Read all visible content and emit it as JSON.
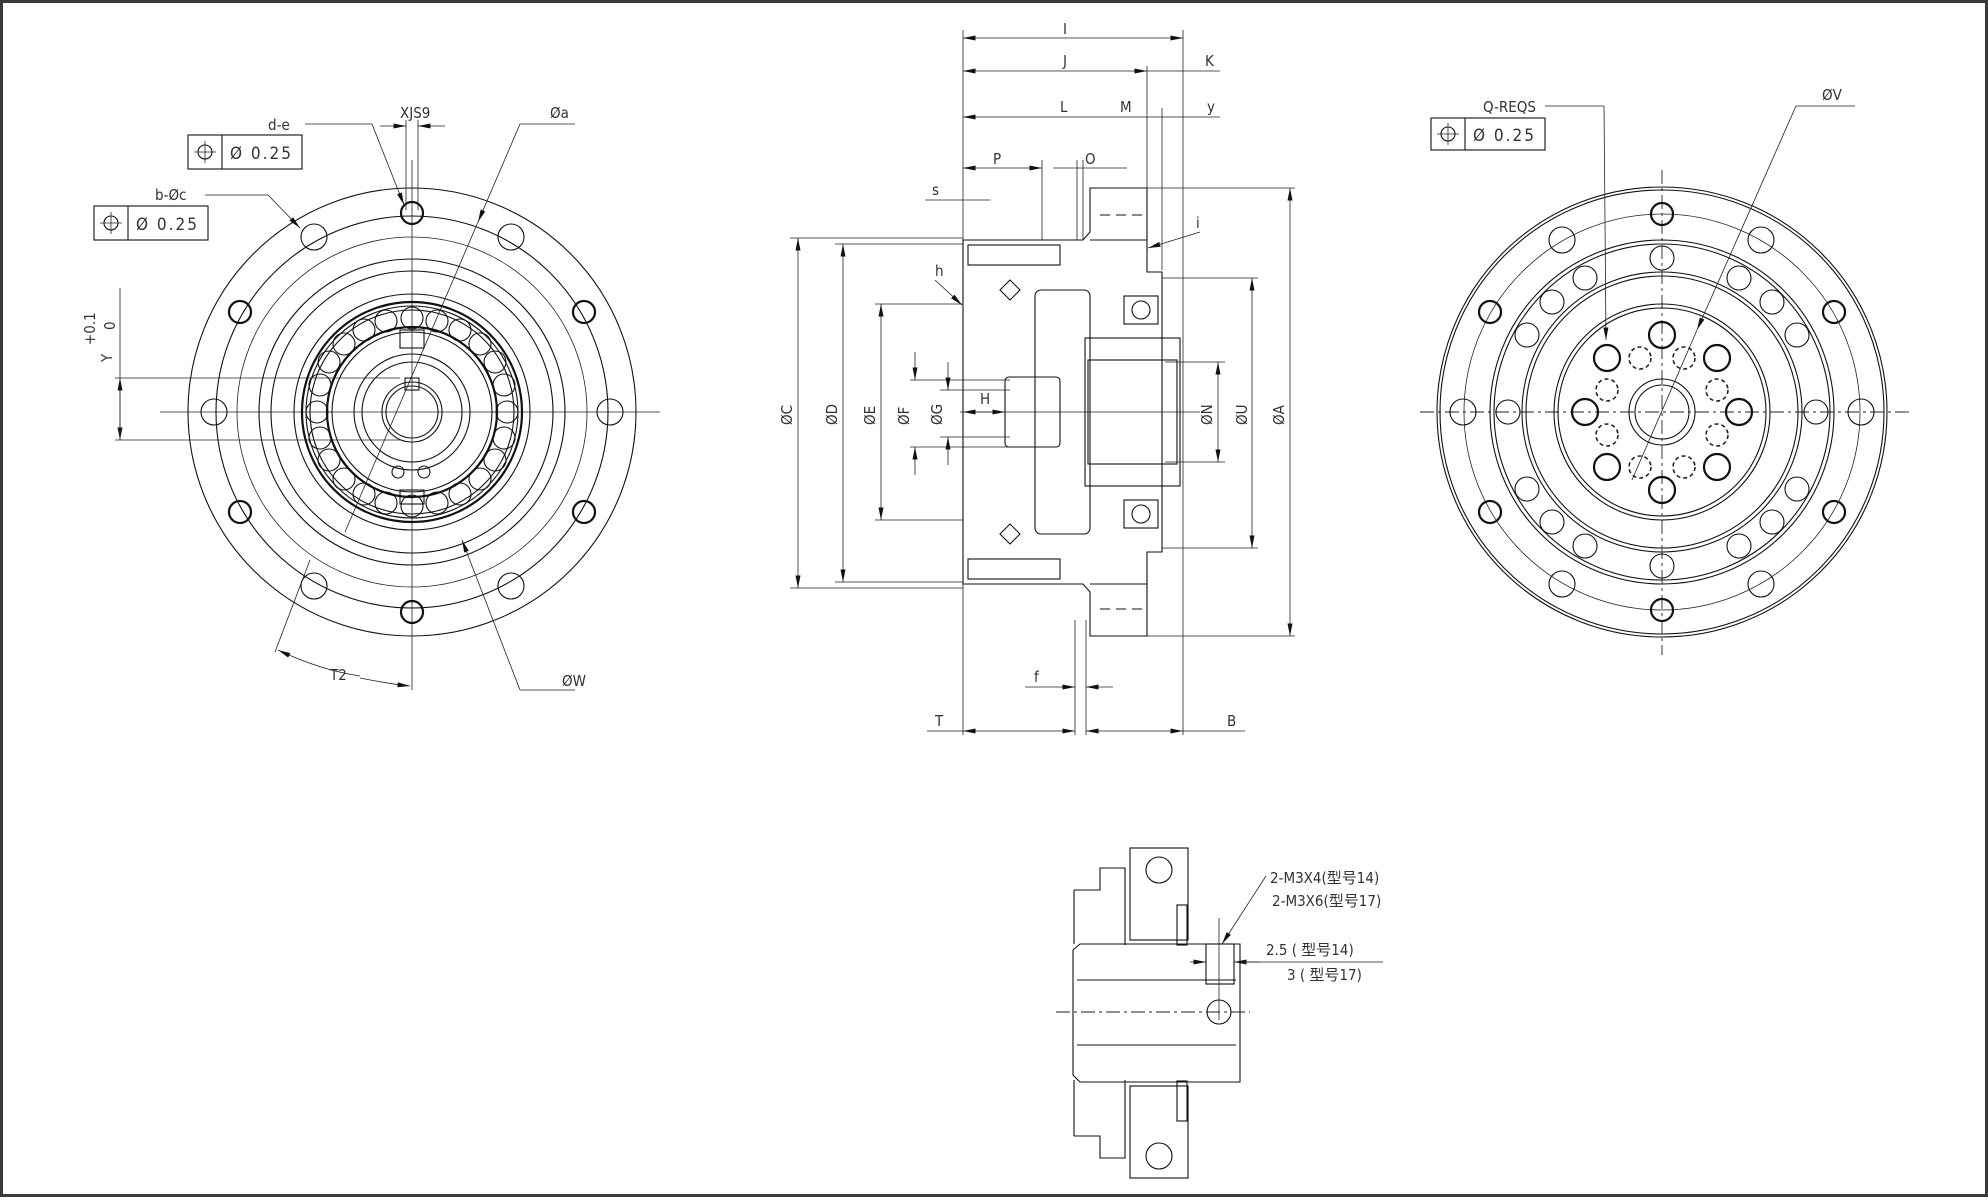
{
  "drawing": {
    "frame_color": "#3a3a3a",
    "line_color": "#111111",
    "background": "#ffffff"
  },
  "front_view_left": {
    "labels": {
      "d_e": "d-e",
      "key_width": "XJS9",
      "phi_a": "Øa",
      "b_phi_c": "b-Øc",
      "tolerance_y": "+0.1",
      "tolerance_y_low": "0",
      "y": "Y",
      "t2": "T2",
      "phi_w": "ØW"
    },
    "fcf_upper": {
      "symbol": "position",
      "value": "Ø  0.25"
    },
    "fcf_lower": {
      "symbol": "position",
      "value": "Ø  0.25"
    }
  },
  "section_view": {
    "top_dims": {
      "I": "I",
      "J": "J",
      "K": "K",
      "L": "L",
      "M": "M",
      "y": "y",
      "P": "P",
      "O": "O",
      "s": "s"
    },
    "left_dims": {
      "C": "ØC",
      "D": "ØD",
      "E": "ØE",
      "F": "ØF",
      "G": "ØG",
      "H": "H",
      "h": "h"
    },
    "right_dims": {
      "N": "ØN",
      "U": "ØU",
      "A": "ØA",
      "i": "i"
    },
    "bottom_dims": {
      "f": "f",
      "T": "T",
      "B": "B"
    }
  },
  "front_view_right": {
    "labels": {
      "q_reqs": "Q-REQS",
      "phi_v": "ØV"
    },
    "fcf": {
      "symbol": "position",
      "value": "Ø  0.25"
    }
  },
  "detail_view": {
    "screw_note_1": "2-M3X4(型号14)",
    "screw_note_2": "2-M3X6(型号17)",
    "dim_note_1": "2.5 ( 型号14)",
    "dim_note_2": "3 ( 型号17)"
  }
}
